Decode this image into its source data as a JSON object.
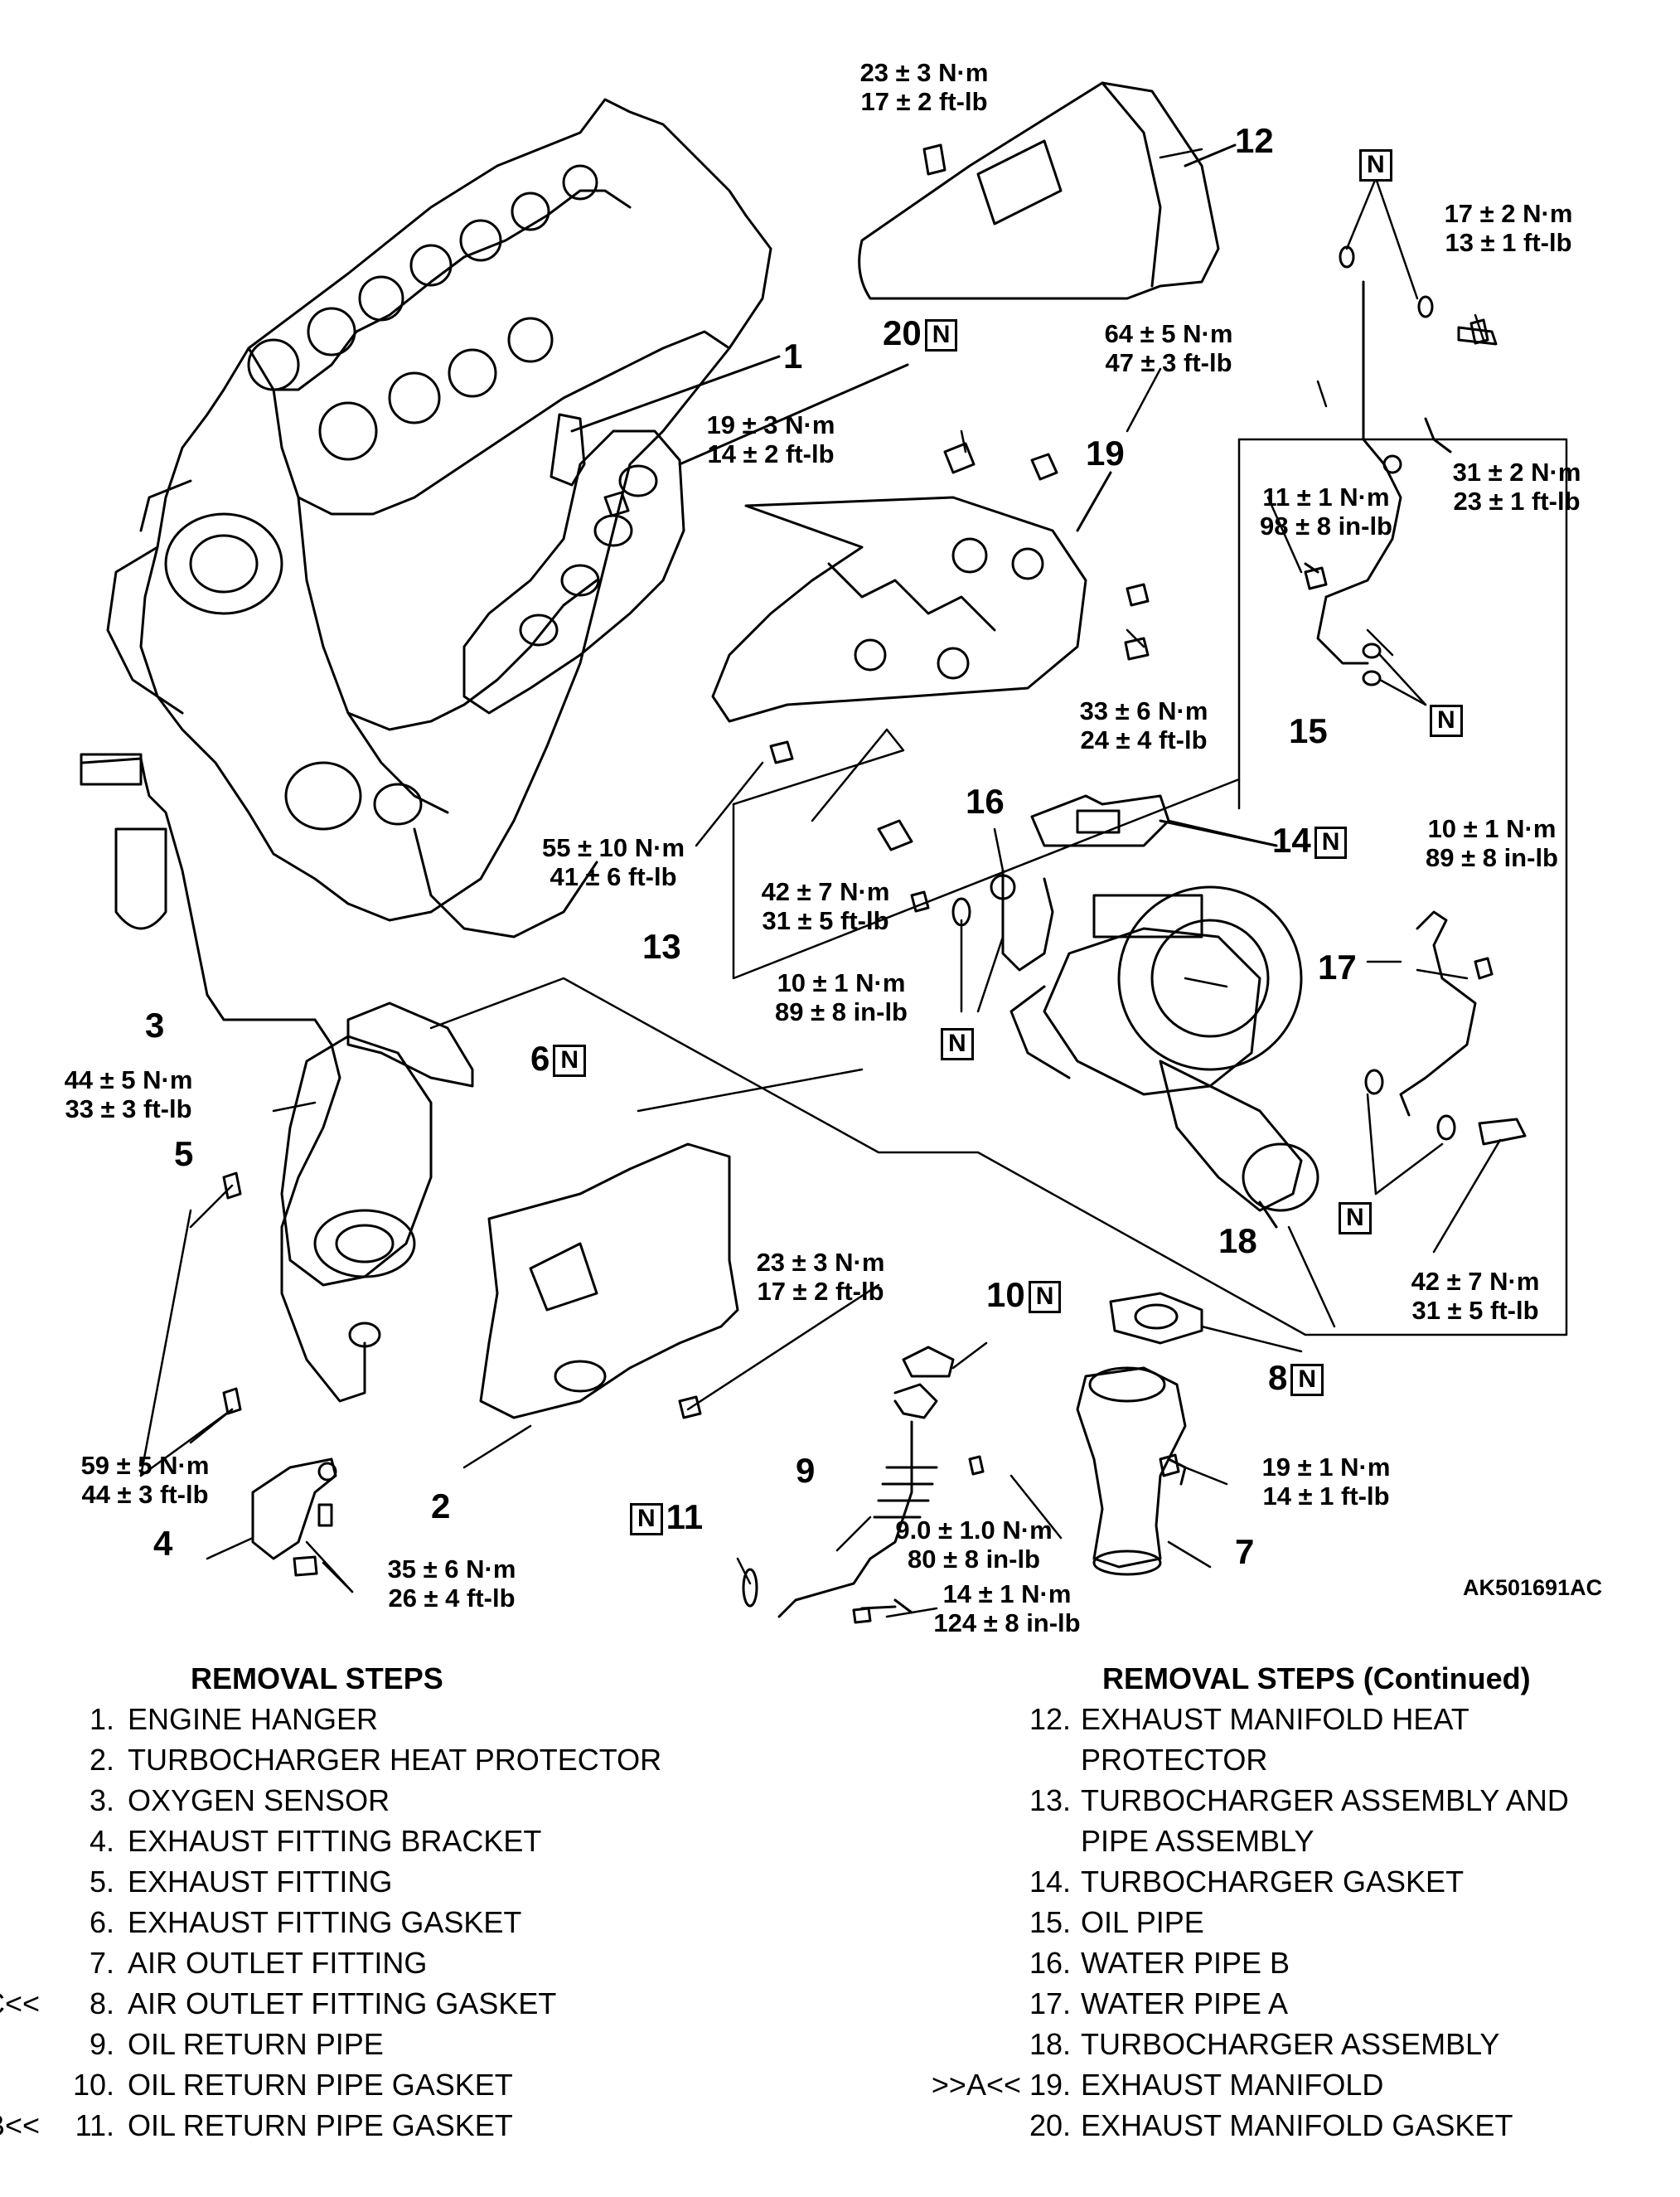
{
  "diagram_code": "AK501691AC",
  "n_mark": "N",
  "callouts": {
    "c1": "1",
    "c2": "2",
    "c3": "3",
    "c4": "4",
    "c5": "5",
    "c6": "6",
    "c7": "7",
    "c8": "8",
    "c9": "9",
    "c10": "10",
    "c11": "11",
    "c12": "12",
    "c13": "13",
    "c14": "14",
    "c15": "15",
    "c16": "16",
    "c17": "17",
    "c18": "18",
    "c19": "19",
    "c20": "20"
  },
  "torques": {
    "t_top": [
      "23 ± 3 N·m",
      "17 ± 2 ft-lb"
    ],
    "t_hp": [
      "17 ± 2 N·m",
      "13 ± 1 ft-lb"
    ],
    "t_em": [
      "64 ± 5 N·m",
      "47 ± 3 ft-lb"
    ],
    "t_eh": [
      "19 ± 3 N·m",
      "14 ± 2 ft-lb"
    ],
    "t_op1": [
      "31 ± 2 N·m",
      "23 ± 1 ft-lb"
    ],
    "t_op2": [
      "11 ± 1 N·m",
      "98 ± 8 in-lb"
    ],
    "t_nut": [
      "33 ± 6 N·m",
      "24 ± 4 ft-lb"
    ],
    "t_stud": [
      "55 ± 10 N·m",
      "41 ± 6 ft-lb"
    ],
    "t_wpa": [
      "10 ± 1 N·m",
      "89 ± 8 in-lb"
    ],
    "t_wpb1": [
      "42 ± 7 N·m",
      "31 ± 5 ft-lb"
    ],
    "t_wpb2": [
      "10 ± 1 N·m",
      "89 ± 8 in-lb"
    ],
    "t_o2": [
      "44 ± 5 N·m",
      "33 ± 3 ft-lb"
    ],
    "t_wpa2": [
      "42 ± 7 N·m",
      "31 ± 5 ft-lb"
    ],
    "t_thp": [
      "23 ± 3 N·m",
      "17 ± 2 ft-lb"
    ],
    "t_ef": [
      "59 ± 5 N·m",
      "44 ± 3 ft-lb"
    ],
    "t_aof": [
      "19 ± 1 N·m",
      "14 ± 1 ft-lb"
    ],
    "t_orp": [
      "9.0 ± 1.0 N·m",
      "80 ± 8 in-lb"
    ],
    "t_brk": [
      "35 ± 6 N·m",
      "26 ± 4 ft-lb"
    ],
    "t_orp2": [
      "14 ± 1 N·m",
      "124 ± 8 in-lb"
    ]
  },
  "removal_left": {
    "title": "REMOVAL STEPS",
    "steps": [
      {
        "prefix": "",
        "num": "1.",
        "text": "ENGINE HANGER"
      },
      {
        "prefix": "",
        "num": "2.",
        "text": "TURBOCHARGER HEAT PROTECTOR"
      },
      {
        "prefix": "",
        "num": "3.",
        "text": "OXYGEN SENSOR"
      },
      {
        "prefix": "",
        "num": "4.",
        "text": "EXHAUST FITTING BRACKET"
      },
      {
        "prefix": "",
        "num": "5.",
        "text": "EXHAUST FITTING"
      },
      {
        "prefix": "",
        "num": "6.",
        "text": "EXHAUST FITTING GASKET"
      },
      {
        "prefix": "",
        "num": "7.",
        "text": "AIR OUTLET FITTING"
      },
      {
        "prefix": ">>C<<",
        "num": "8.",
        "text": "AIR OUTLET FITTING GASKET"
      },
      {
        "prefix": "",
        "num": "9.",
        "text": "OIL RETURN PIPE"
      },
      {
        "prefix": "",
        "num": "10.",
        "text": "OIL RETURN PIPE GASKET"
      },
      {
        "prefix": ">>B<<",
        "num": "11.",
        "text": "OIL RETURN PIPE GASKET"
      }
    ]
  },
  "removal_right": {
    "title": "REMOVAL STEPS (Continued)",
    "steps": [
      {
        "prefix": "",
        "num": "12.",
        "text": "EXHAUST MANIFOLD HEAT",
        "cont": "PROTECTOR"
      },
      {
        "prefix": "",
        "num": "13.",
        "text": "TURBOCHARGER ASSEMBLY AND",
        "cont": "PIPE ASSEMBLY"
      },
      {
        "prefix": "",
        "num": "14.",
        "text": "TURBOCHARGER GASKET"
      },
      {
        "prefix": "",
        "num": "15.",
        "text": "OIL PIPE"
      },
      {
        "prefix": "",
        "num": "16.",
        "text": "WATER PIPE B"
      },
      {
        "prefix": "",
        "num": "17.",
        "text": "WATER PIPE A"
      },
      {
        "prefix": "",
        "num": "18.",
        "text": "TURBOCHARGER ASSEMBLY"
      },
      {
        "prefix": ">>A<<",
        "num": "19.",
        "text": "EXHAUST MANIFOLD"
      },
      {
        "prefix": "",
        "num": "20.",
        "text": "EXHAUST MANIFOLD GASKET"
      }
    ]
  }
}
